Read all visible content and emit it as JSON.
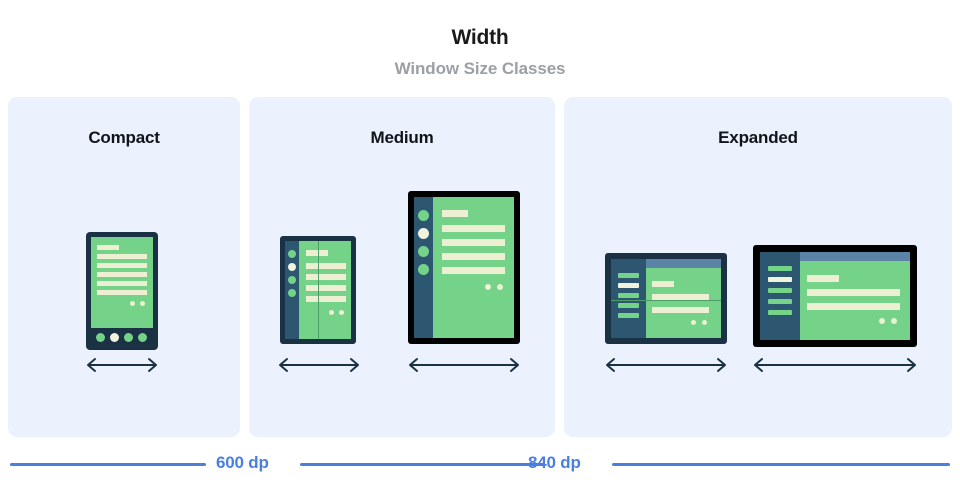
{
  "header": {
    "title": "Width",
    "subtitle": "Window Size Classes"
  },
  "colors": {
    "page_background": "#ffffff",
    "panel_background": "#ebf2fd",
    "device_frame_navy": "#1b3144",
    "device_frame_black": "#000000",
    "screen_green": "#74d389",
    "screen_cream": "#edefd2",
    "sidebar_blue": "#2d5670",
    "topbar_blue": "#5b83a6",
    "accent_blue": "#4a7fe0",
    "title_text": "#1a1a1a",
    "subtitle_text": "#9aa0a6",
    "arrow_navy": "#1b3144"
  },
  "panels": [
    {
      "label": "Compact"
    },
    {
      "label": "Medium"
    },
    {
      "label": "Expanded"
    }
  ],
  "devices": [
    {
      "name": "phone-compact",
      "panel": 0,
      "form_factor": "phone-portrait",
      "frame": "navy",
      "nav_style": "bottom-bar",
      "nav_items": 4,
      "nav_selected_index": 1,
      "content_lines": 6,
      "content_dots": 2,
      "fold": "none"
    },
    {
      "name": "foldable-medium",
      "panel": 1,
      "form_factor": "foldable-portrait",
      "frame": "navy",
      "nav_style": "rail-circles",
      "nav_items": 4,
      "nav_selected_index": 1,
      "content_lines": 5,
      "content_dots": 2,
      "fold": "vertical"
    },
    {
      "name": "tablet-medium",
      "panel": 1,
      "form_factor": "tablet-portrait",
      "frame": "black",
      "nav_style": "rail-circles",
      "nav_items": 4,
      "nav_selected_index": 1,
      "content_lines": 5,
      "content_dots": 2,
      "fold": "none"
    },
    {
      "name": "foldable-expanded",
      "panel": 2,
      "form_factor": "foldable-landscape",
      "frame": "navy",
      "nav_style": "drawer-bars",
      "nav_items": 5,
      "nav_selected_index": 1,
      "content_lines": 3,
      "content_dots": 2,
      "fold": "horizontal",
      "has_topbar": true
    },
    {
      "name": "tablet-expanded",
      "panel": 2,
      "form_factor": "tablet-landscape",
      "frame": "black",
      "nav_style": "drawer-bars",
      "nav_items": 5,
      "nav_selected_index": 1,
      "content_lines": 3,
      "content_dots": 2,
      "fold": "none",
      "has_topbar": true
    }
  ],
  "scale": {
    "breakpoints": [
      {
        "label": "600 dp"
      },
      {
        "label": "840 dp"
      }
    ]
  }
}
